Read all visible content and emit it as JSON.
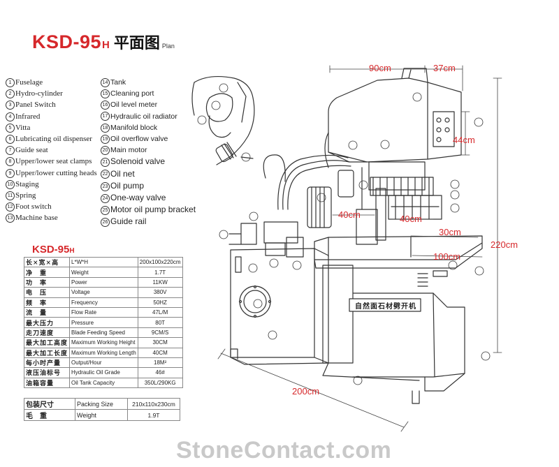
{
  "title": {
    "model": "KSD-95",
    "suffix": "H",
    "chinese": "平面图",
    "english": "Plan"
  },
  "parts_col1": [
    {
      "n": "1",
      "label": "Fuselage"
    },
    {
      "n": "2",
      "label": "Hydro-cylinder"
    },
    {
      "n": "3",
      "label": "Panel Switch"
    },
    {
      "n": "4",
      "label": "Infrared"
    },
    {
      "n": "5",
      "label": "Vitta"
    },
    {
      "n": "6",
      "label": "Lubricating oil dispenser"
    },
    {
      "n": "7",
      "label": "Guide seat"
    },
    {
      "n": "8",
      "label": "Upper/lower seat clamps"
    },
    {
      "n": "9",
      "label": "Upper/lower cutting heads"
    },
    {
      "n": "10",
      "label": "Staging"
    },
    {
      "n": "11",
      "label": "Spring"
    },
    {
      "n": "12",
      "label": "Foot switch"
    },
    {
      "n": "13",
      "label": "Machine base"
    }
  ],
  "parts_col2": [
    {
      "n": "14",
      "label": "Tank"
    },
    {
      "n": "15",
      "label": "Cleaning port"
    },
    {
      "n": "16",
      "label": "Oil level meter"
    },
    {
      "n": "17",
      "label": "Hydraulic oil radiator"
    },
    {
      "n": "18",
      "label": "Manifold block"
    },
    {
      "n": "19",
      "label": "Oil overflow valve"
    },
    {
      "n": "20",
      "label": "Main motor"
    },
    {
      "n": "21",
      "label": "Solenoid valve"
    },
    {
      "n": "22",
      "label": "Oil net"
    },
    {
      "n": "23",
      "label": "Oil pump"
    },
    {
      "n": "24",
      "label": "One-way valve"
    },
    {
      "n": "25",
      "label": "Motor oil pump bracket"
    },
    {
      "n": "26",
      "label": "Guide rail"
    }
  ],
  "spec_title": {
    "model": "KSD-95",
    "suffix": "H"
  },
  "specs": [
    {
      "cn": "长×宽×高",
      "en": "L*W*H",
      "val": "200x100x220cm"
    },
    {
      "cn": "净　重",
      "en": "Weight",
      "val": "1.7T"
    },
    {
      "cn": "功　率",
      "en": "Power",
      "val": "11KW"
    },
    {
      "cn": "电　压",
      "en": "Voltage",
      "val": "380V"
    },
    {
      "cn": "频　率",
      "en": "Frequency",
      "val": "50HZ"
    },
    {
      "cn": "流　量",
      "en": "Flow Rate",
      "val": "47L/M"
    },
    {
      "cn": "最大压力",
      "en": "Pressure",
      "val": "80T"
    },
    {
      "cn": "走刀速度",
      "en": "Blade Feeding Speed",
      "val": "9CM/S"
    },
    {
      "cn": "最大加工高度",
      "en": "Maximum Working Height",
      "val": "30CM"
    },
    {
      "cn": "最大加工长度",
      "en": "Maximum Working Length",
      "val": "40CM"
    },
    {
      "cn": "每小时产量",
      "en": "Output/Hour",
      "val": "18M²"
    },
    {
      "cn": "液压油标号",
      "en": "Hydraulic Oil Grade",
      "val": "46#"
    },
    {
      "cn": "油箱容量",
      "en": "Oil Tank Capacity",
      "val": "350L/290KG"
    }
  ],
  "packing": [
    {
      "cn": "包装尺寸",
      "en": "Packing Size",
      "val": "210x110x230cm"
    },
    {
      "cn": "毛　重",
      "en": "Weight",
      "val": "1.9T"
    }
  ],
  "dimensions": {
    "d90": "90cm",
    "d37": "37cm",
    "d44": "44cm",
    "d40a": "40cm",
    "d40b": "40cm",
    "d30": "30cm",
    "d220": "220cm",
    "d100": "100cm",
    "d200": "200cm"
  },
  "plate_text": "自然面石材劈开机",
  "watermark": "StoneContact.com",
  "colors": {
    "accent": "#d6282b",
    "line": "#333333"
  }
}
